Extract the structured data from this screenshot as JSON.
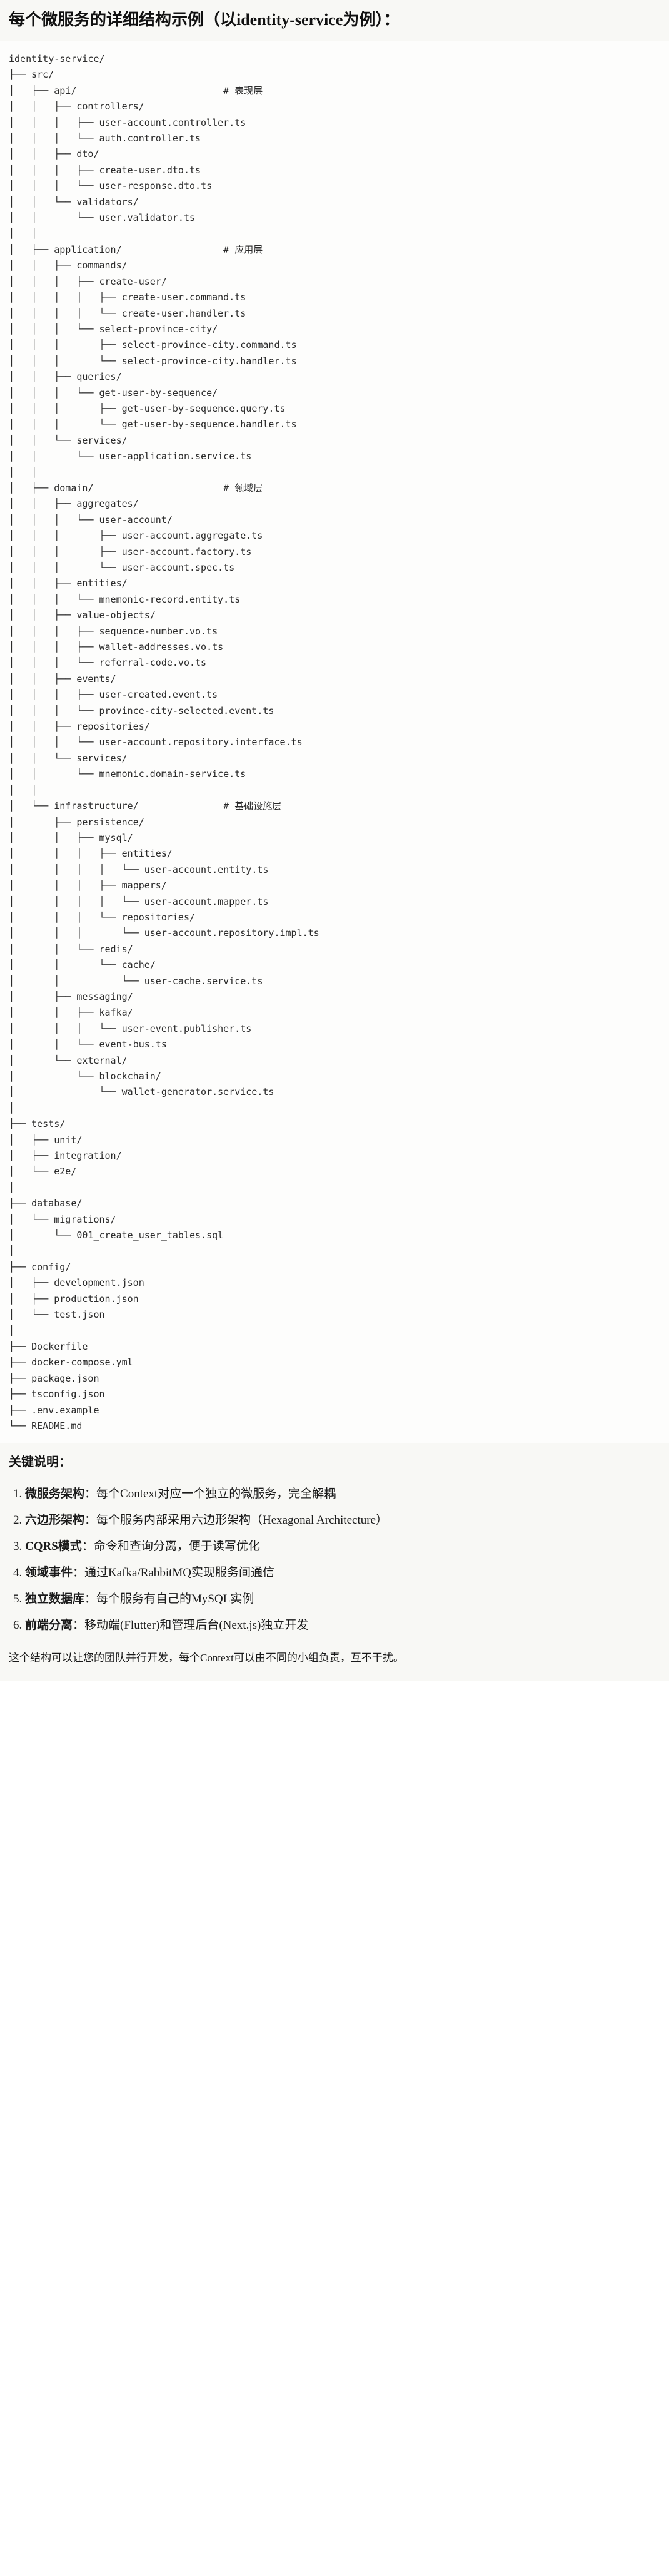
{
  "header": {
    "title": "每个微服务的详细结构示例（以identity-service为例）："
  },
  "tree": {
    "root": "identity-service/",
    "text": "identity-service/\n├── src/\n│   ├── api/                          # 表现层\n│   │   ├── controllers/\n│   │   │   ├── user-account.controller.ts\n│   │   │   └── auth.controller.ts\n│   │   ├── dto/\n│   │   │   ├── create-user.dto.ts\n│   │   │   └── user-response.dto.ts\n│   │   └── validators/\n│   │       └── user.validator.ts\n│   │\n│   ├── application/                  # 应用层\n│   │   ├── commands/\n│   │   │   ├── create-user/\n│   │   │   │   ├── create-user.command.ts\n│   │   │   │   └── create-user.handler.ts\n│   │   │   └── select-province-city/\n│   │   │       ├── select-province-city.command.ts\n│   │   │       └── select-province-city.handler.ts\n│   │   ├── queries/\n│   │   │   └── get-user-by-sequence/\n│   │   │       ├── get-user-by-sequence.query.ts\n│   │   │       └── get-user-by-sequence.handler.ts\n│   │   └── services/\n│   │       └── user-application.service.ts\n│   │\n│   ├── domain/                       # 领域层\n│   │   ├── aggregates/\n│   │   │   └── user-account/\n│   │   │       ├── user-account.aggregate.ts\n│   │   │       ├── user-account.factory.ts\n│   │   │       └── user-account.spec.ts\n│   │   ├── entities/\n│   │   │   └── mnemonic-record.entity.ts\n│   │   ├── value-objects/\n│   │   │   ├── sequence-number.vo.ts\n│   │   │   ├── wallet-addresses.vo.ts\n│   │   │   └── referral-code.vo.ts\n│   │   ├── events/\n│   │   │   ├── user-created.event.ts\n│   │   │   └── province-city-selected.event.ts\n│   │   ├── repositories/\n│   │   │   └── user-account.repository.interface.ts\n│   │   └── services/\n│   │       └── mnemonic.domain-service.ts\n│   │\n│   └── infrastructure/               # 基础设施层\n│       ├── persistence/\n│       │   ├── mysql/\n│       │   │   ├── entities/\n│       │   │   │   └── user-account.entity.ts\n│       │   │   ├── mappers/\n│       │   │   │   └── user-account.mapper.ts\n│       │   │   └── repositories/\n│       │   │       └── user-account.repository.impl.ts\n│       │   └── redis/\n│       │       └── cache/\n│       │           └── user-cache.service.ts\n│       ├── messaging/\n│       │   ├── kafka/\n│       │   │   └── user-event.publisher.ts\n│       │   └── event-bus.ts\n│       └── external/\n│           └── blockchain/\n│               └── wallet-generator.service.ts\n│\n├── tests/\n│   ├── unit/\n│   ├── integration/\n│   └── e2e/\n│\n├── database/\n│   └── migrations/\n│       └── 001_create_user_tables.sql\n│\n├── config/\n│   ├── development.json\n│   ├── production.json\n│   └── test.json\n│\n├── Dockerfile\n├── docker-compose.yml\n├── package.json\n├── tsconfig.json\n├── .env.example\n└── README.md",
    "layer_comments": [
      "# 表现层",
      "# 应用层",
      "# 领域层",
      "# 基础设施层"
    ]
  },
  "notes": {
    "heading": "关键说明：",
    "items": [
      {
        "key": "微服务架构",
        "sep": "：",
        "value": "每个Context对应一个独立的微服务，完全解耦"
      },
      {
        "key": "六边形架构",
        "sep": "：",
        "value": "每个服务内部采用六边形架构（Hexagonal Architecture）"
      },
      {
        "key": "CQRS模式",
        "sep": "：",
        "value": "命令和查询分离，便于读写优化"
      },
      {
        "key": "领域事件",
        "sep": "：",
        "value": "通过Kafka/RabbitMQ实现服务间通信"
      },
      {
        "key": "独立数据库",
        "sep": "：",
        "value": "每个服务有自己的MySQL实例"
      },
      {
        "key": "前端分离",
        "sep": "：",
        "value": "移动端(Flutter)和管理后台(Next.js)独立开发"
      }
    ],
    "closing": "这个结构可以让您的团队并行开发，每个Context可以由不同的小组负责，互不干扰。"
  }
}
